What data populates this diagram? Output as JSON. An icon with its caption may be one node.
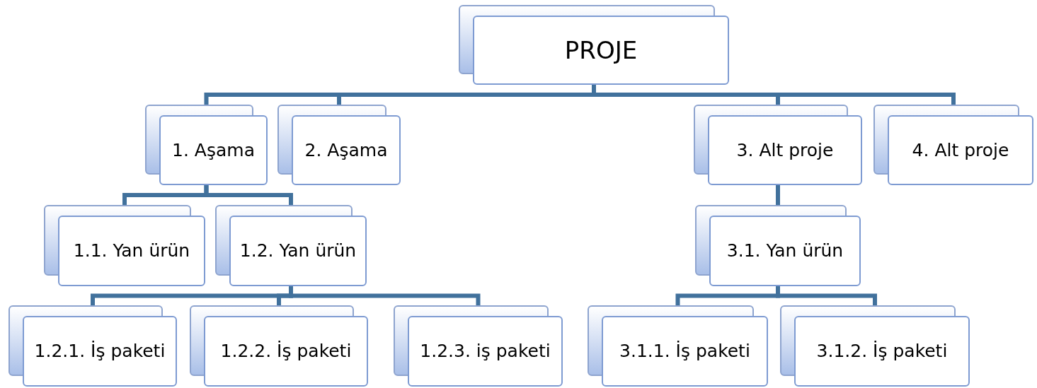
{
  "diagram": {
    "nodes": [
      {
        "text": [
          "PROJE"
        ]
      },
      {
        "text": [
          "1. Aşama"
        ]
      },
      {
        "text": [
          "2. Aşama"
        ]
      },
      {
        "text": [
          "3. Alt proje"
        ]
      },
      {
        "text": [
          "4. Alt proje"
        ]
      },
      {
        "text": [
          "1.1. Yan ürün"
        ]
      },
      {
        "text": [
          "1.2. Yan ürün"
        ]
      },
      {
        "text": [
          "3.1. Yan ürün"
        ]
      },
      {
        "text": [
          "1.2.1. İş paketi"
        ]
      },
      {
        "text": [
          "1.2.2. İş paketi"
        ]
      },
      {
        "text": [
          "1.2.3. iş paketi"
        ]
      },
      {
        "text": [
          "3.1.1. İş paketi"
        ]
      },
      {
        "text": [
          "3.1.2. İş paketi"
        ]
      }
    ],
    "edges": [
      {
        "from": 0,
        "to": 1,
        "arrow": "none"
      },
      {
        "from": 0,
        "to": 2,
        "arrow": "none"
      },
      {
        "from": 0,
        "to": 3,
        "arrow": "none"
      },
      {
        "from": 0,
        "to": 4,
        "arrow": "none"
      },
      {
        "from": 1,
        "to": 5,
        "arrow": "none"
      },
      {
        "from": 1,
        "to": 6,
        "arrow": "none"
      },
      {
        "from": 3,
        "to": 7,
        "arrow": "none"
      },
      {
        "from": 6,
        "to": 8,
        "arrow": "none"
      },
      {
        "from": 6,
        "to": 9,
        "arrow": "none"
      },
      {
        "from": 6,
        "to": 10,
        "arrow": "none"
      },
      {
        "from": 7,
        "to": 11,
        "arrow": "none"
      },
      {
        "from": 7,
        "to": 12,
        "arrow": "none"
      }
    ]
  }
}
